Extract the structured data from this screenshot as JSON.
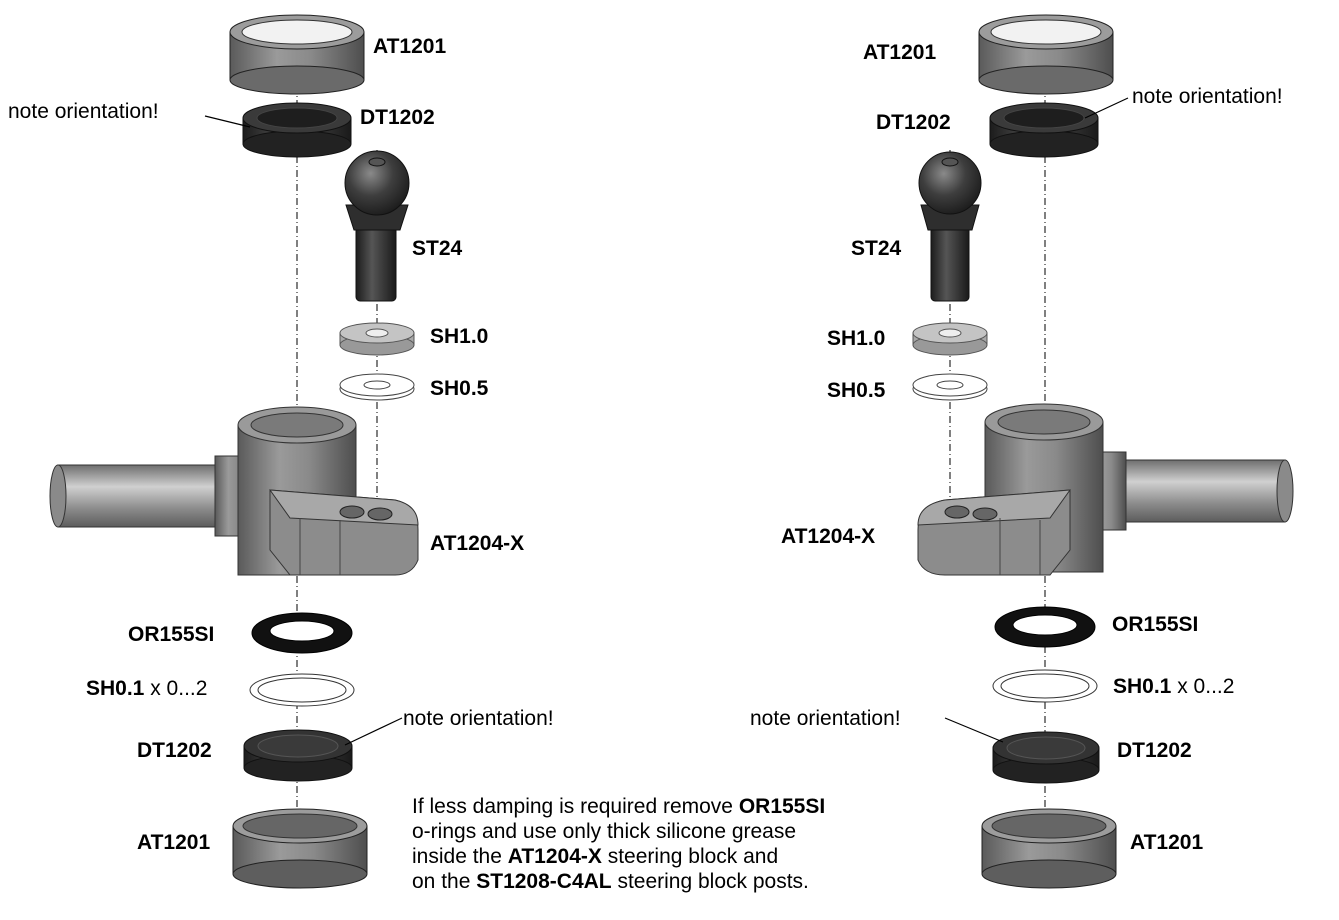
{
  "left": {
    "labels": {
      "cap_top": "AT1201",
      "bushing_top": "DT1202",
      "ball_stud": "ST24",
      "shim_1_0": "SH1.0",
      "shim_0_5": "SH0.5",
      "steering_block": "AT1204-X",
      "oring": "OR155SI",
      "shim_0_1": "SH0.1",
      "shim_0_1_qty": "x 0...2",
      "bushing_bottom": "DT1202",
      "cap_bottom": "AT1201"
    },
    "note_top": "note orientation!",
    "note_bottom": "note orientation!"
  },
  "right": {
    "labels": {
      "cap_top": "AT1201",
      "bushing_top": "DT1202",
      "ball_stud": "ST24",
      "shim_1_0": "SH1.0",
      "shim_0_5": "SH0.5",
      "steering_block": "AT1204-X",
      "oring": "OR155SI",
      "shim_0_1": "SH0.1",
      "shim_0_1_qty": "x 0...2",
      "bushing_bottom": "DT1202",
      "cap_bottom": "AT1201"
    },
    "note_top": "note orientation!",
    "note_bottom": "note orientation!"
  },
  "instruction": {
    "line1_a": "If less damping is required remove ",
    "line1_b": "OR155SI",
    "line2": "o-rings and use only thick silicone grease",
    "line3_a": "inside the ",
    "line3_b": "AT1204-X",
    "line3_c": " steering block and",
    "line4_a": "on the ",
    "line4_b": "ST1208-C4AL",
    "line4_c": " steering block posts."
  }
}
